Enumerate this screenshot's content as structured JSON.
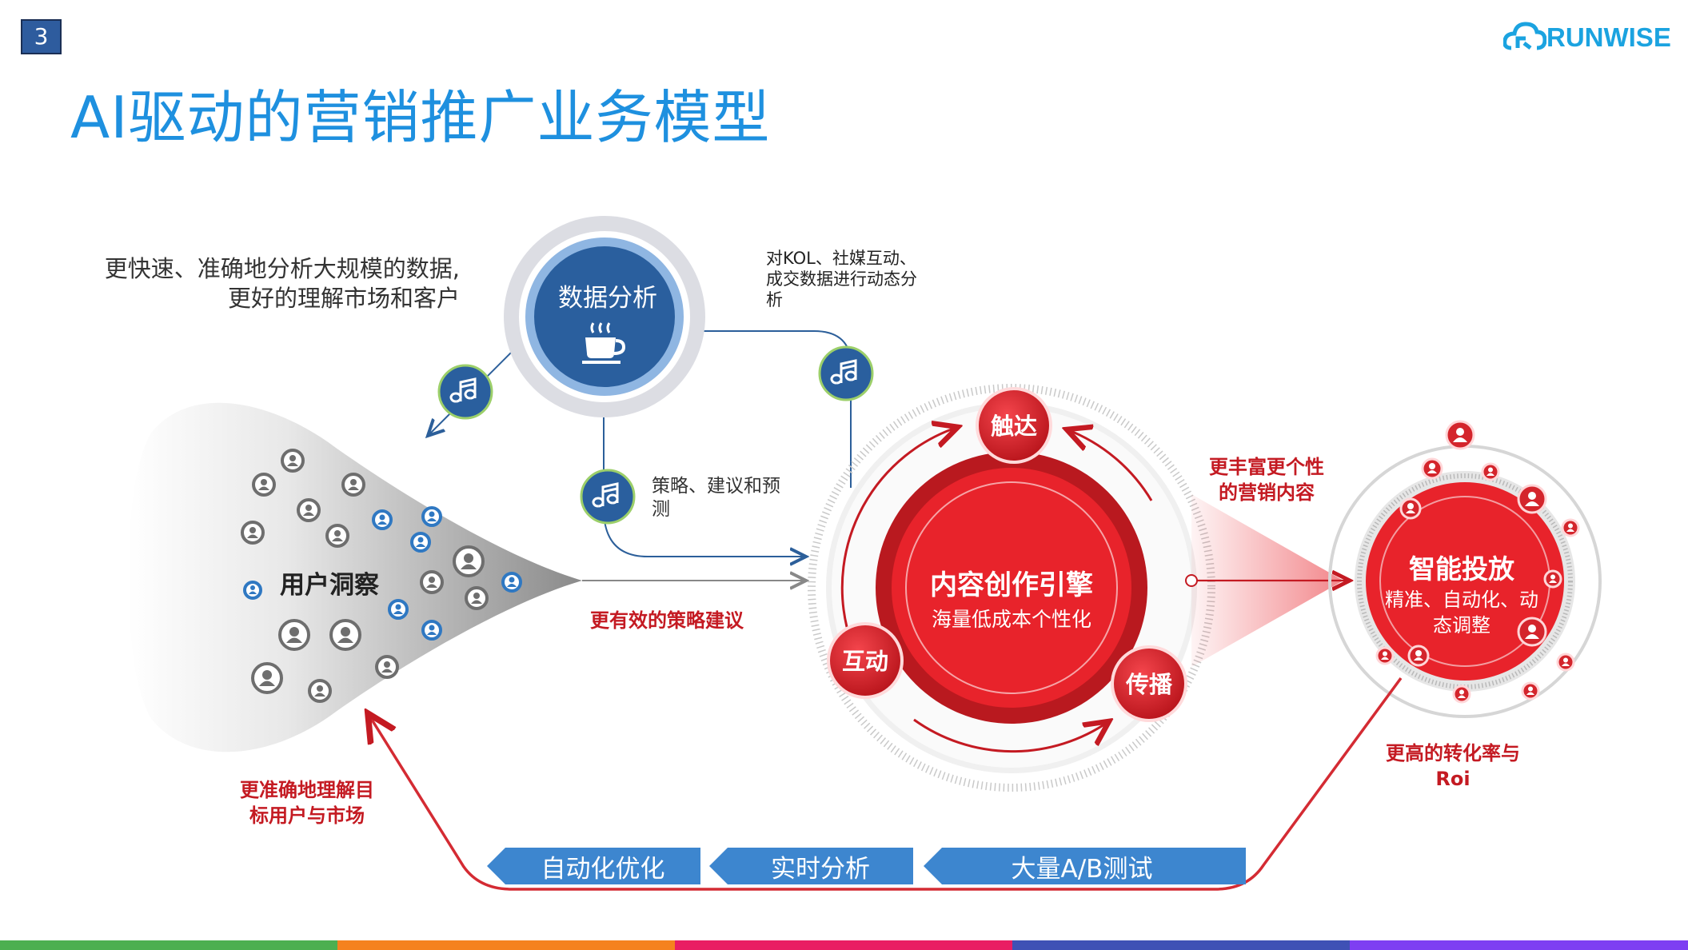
{
  "page_number": "3",
  "logo": {
    "text": "RUNWISE",
    "icon": "cloud-logo-icon"
  },
  "title": "AI驱动的营销推广业务模型",
  "data_analysis": {
    "label": "数据分析",
    "icon": "coffee-cup-icon"
  },
  "descriptions": {
    "analysis_line1": "更快速、准确地分析大规模的数据,",
    "analysis_line2": "更好的理解市场和客户",
    "kol_note": "对KOL、社媒互动、成交数据进行动态分析",
    "strategy_note": "策略、建议和预测"
  },
  "funnel": {
    "label": "用户洞察",
    "icon": "user-icon"
  },
  "music_icons": [
    "music-note-icon",
    "music-note-icon",
    "music-note-icon"
  ],
  "labels": {
    "strategy": "更有效的策略建议",
    "understand_line1": "更准确地理解目",
    "understand_line2": "标用户与市场",
    "rich_line1": "更丰富更个性",
    "rich_line2": "的营销内容",
    "conversion_line1": "更高的转化率与",
    "conversion_line2": "Roi"
  },
  "engine": {
    "title": "内容创作引擎",
    "subtitle": "海量低成本个性化",
    "satellites": {
      "reach": "触达",
      "interact": "互动",
      "spread": "传播"
    }
  },
  "delivery": {
    "title": "智能投放",
    "line1": "精准、自动化、动",
    "line2": "态调整"
  },
  "bottom_bar": [
    "自动化优化",
    "实时分析",
    "大量A/B测试"
  ],
  "colors": {
    "title_blue": "#1e90df",
    "accent_red": "#c41a22",
    "core_red": "#e8232b",
    "dark_blue": "#2a5f9e",
    "bar_blue": "#3d86cf",
    "bottom_strip": [
      "#4caf50",
      "#f5821f",
      "#e91e63",
      "#3f51b5",
      "#7e3ff2"
    ]
  }
}
